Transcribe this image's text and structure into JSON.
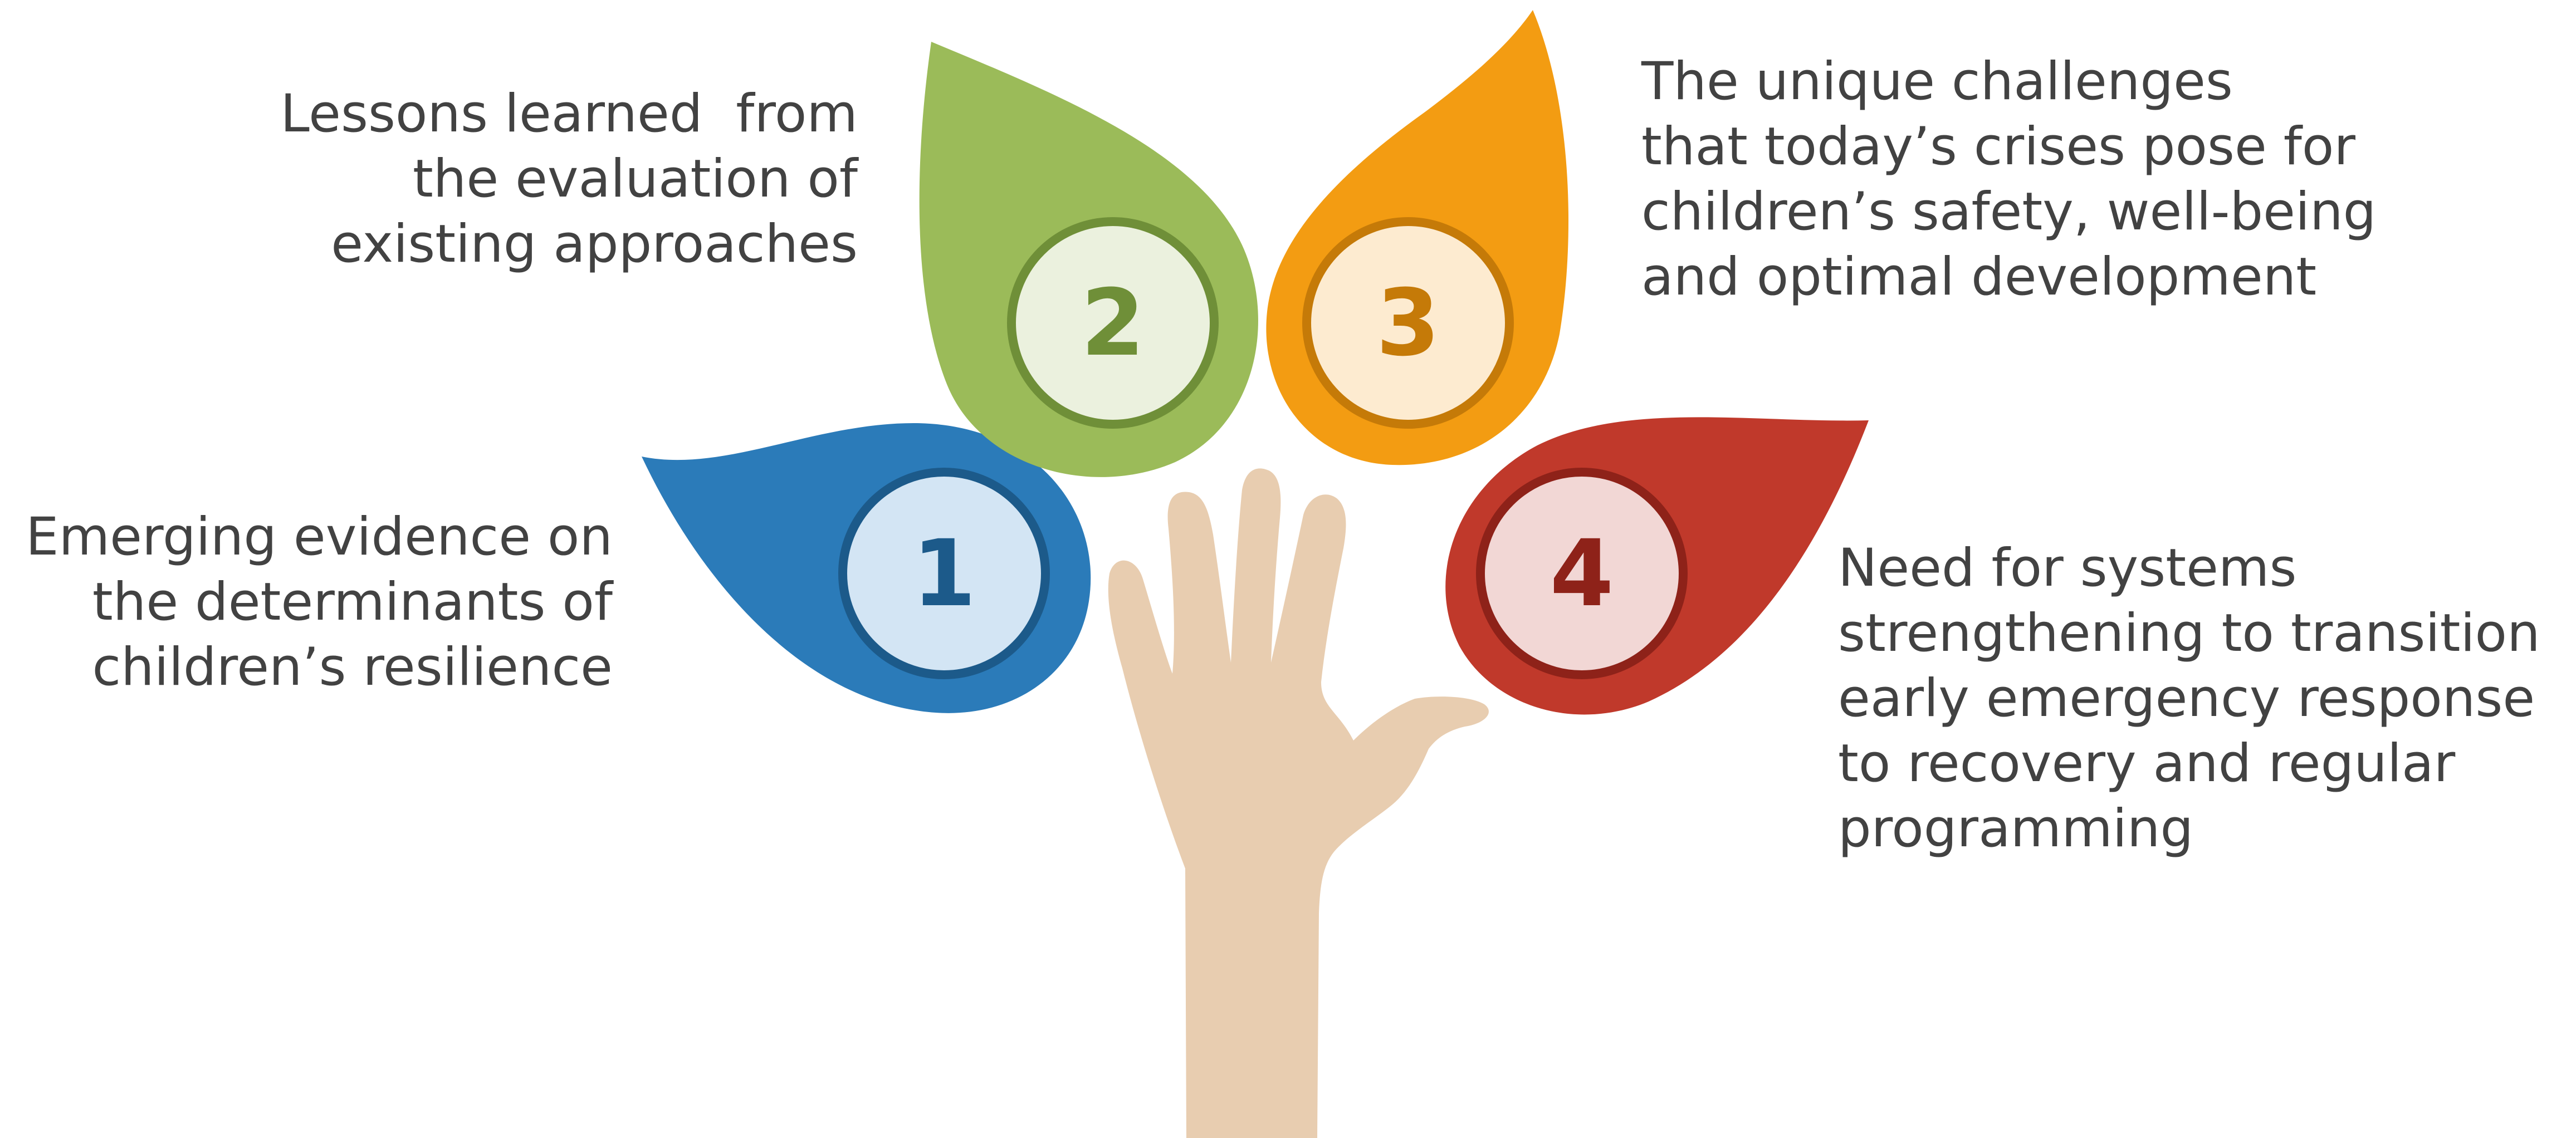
{
  "items": [
    {
      "number": "1",
      "lines": [
        "Emerging evidence on",
        "the determinants of",
        "children’s resilience"
      ],
      "petal_color": "#2b7bb9",
      "circle_fill": "#d3e5f4",
      "circle_ring": "#1c5a8a",
      "number_color": "#1c5a8a"
    },
    {
      "number": "2",
      "lines": [
        "Lessons learned  from",
        "the evaluation of",
        "existing approaches"
      ],
      "petal_color": "#9bbb59",
      "circle_fill": "#ebf1de",
      "circle_ring": "#6f8f38",
      "number_color": "#6f8f38"
    },
    {
      "number": "3",
      "lines": [
        "The unique challenges",
        "that today’s crises pose for",
        "children’s safety, well-being",
        "and optimal development"
      ],
      "petal_color": "#f39c12",
      "circle_fill": "#fdebd0",
      "circle_ring": "#c57a08",
      "number_color": "#c57a08"
    },
    {
      "number": "4",
      "lines": [
        "Need for systems",
        "strengthening to transition",
        "early emergency response",
        "to recovery and regular",
        "programming"
      ],
      "petal_color": "#c0392b",
      "circle_fill": "#f2d7d5",
      "circle_ring": "#8e2219",
      "number_color": "#8e2219"
    }
  ],
  "hand_color": "#e8cdb0"
}
